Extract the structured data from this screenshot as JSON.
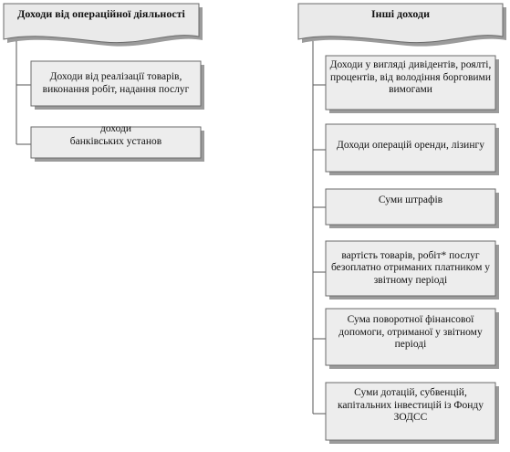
{
  "left": {
    "header": "Доходи від операційної діяльності",
    "items": [
      "Доходи від реалізації товарів, виконання  робіт, надання послуг",
      "доходи\nбанківських установ"
    ]
  },
  "right": {
    "header": "Інші доходи",
    "items": [
      "Доходи у вигляді дивідентів, роялті, процентів, від володіння борговими вимогами",
      "Доходи операцій оренди, лізингу",
      "Суми штрафів",
      "вартість товарів, робіт* послуг безоплатно отриманих платником у звітному періоді",
      "Сума поворотної фінансової допомоги, отриманої у звітному періоді",
      "Суми дотацій, субвенцій, капітальних інвестицій із Фонду ЗОДСС"
    ]
  }
}
